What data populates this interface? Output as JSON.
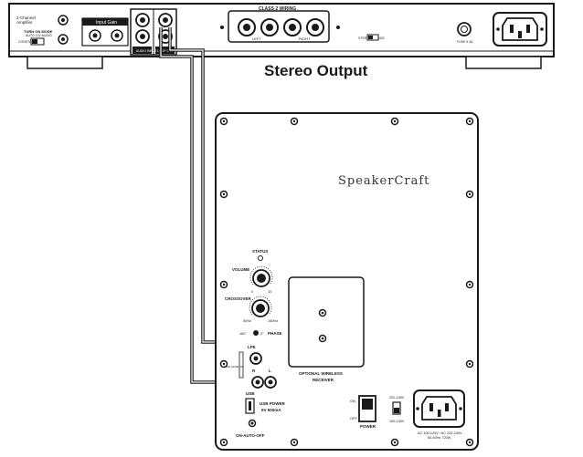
{
  "amplifier": {
    "model_line1": "2-Channel",
    "model_line2": "Amplifier",
    "turn_on_mode": "TURN ON MODE",
    "turn_on_mode_options": "AUTO 12V AUDIO",
    "turn_on_mode_value": "CONSTANT",
    "input_gain_label": "Input Gain",
    "audio_input_label": "AUDIO INPUT",
    "loop_output_label": "LOOP OUT OUTPUT",
    "wiring_label": "CLASS 2 WIRING",
    "left_label": "LEFT",
    "right_label": "RIGHT",
    "mode_switch_label": "STEREO BRIDGE",
    "fuse_label": "FUSE 6.3A"
  },
  "caption": "Stereo Output",
  "subwoofer": {
    "brand": "SpeakerCraft",
    "status_label": "STATUS",
    "volume_label": "VOLUME",
    "volume_min": "0",
    "volume_max": "10",
    "crossover_label": "CROSSOVER",
    "crossover_min": "50Hz",
    "crossover_max": "160Hz",
    "phase_label": "PHASE",
    "phase_180": "180°",
    "phase_0": "0°",
    "lfe_label": "LFE",
    "line_level_label": "LOW LEVEL IN",
    "r_label": "R",
    "l_label": "L",
    "wireless_line1": "OPTIONAL WIRELESS",
    "wireless_line2": "RECEIVER",
    "usb_label": "USB",
    "usb_power_line1": "USB POWER",
    "usb_power_line2": "5V 500mA",
    "auto_off_label": "ON-AUTO-OFF",
    "power_on": "ON",
    "power_off": "OFF",
    "power_label": "POWER",
    "voltage_high": "220-240V",
    "voltage_low": "100-130V",
    "ac_line1": "AC 100-120V / AC 220-240V",
    "ac_line2": "50-60Hz 720W"
  }
}
